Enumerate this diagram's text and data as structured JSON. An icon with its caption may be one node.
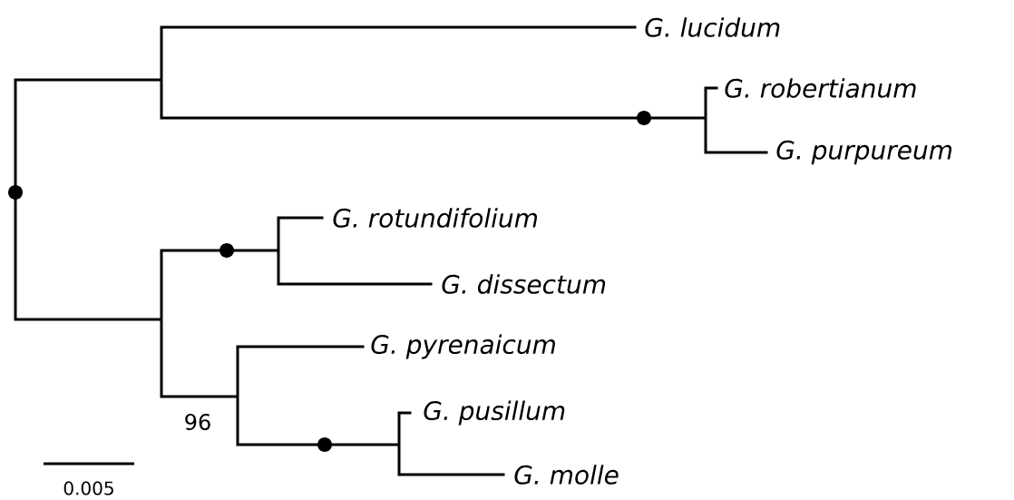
{
  "diagram": {
    "labels": [
      "G. lucidum",
      "G. robertianum",
      "G. purpureum",
      "G. rotundifolium",
      "G. dissectum",
      "G. pyrenaicum",
      "G. pusillum",
      "G. molle",
      "96",
      "0.005"
    ]
  }
}
